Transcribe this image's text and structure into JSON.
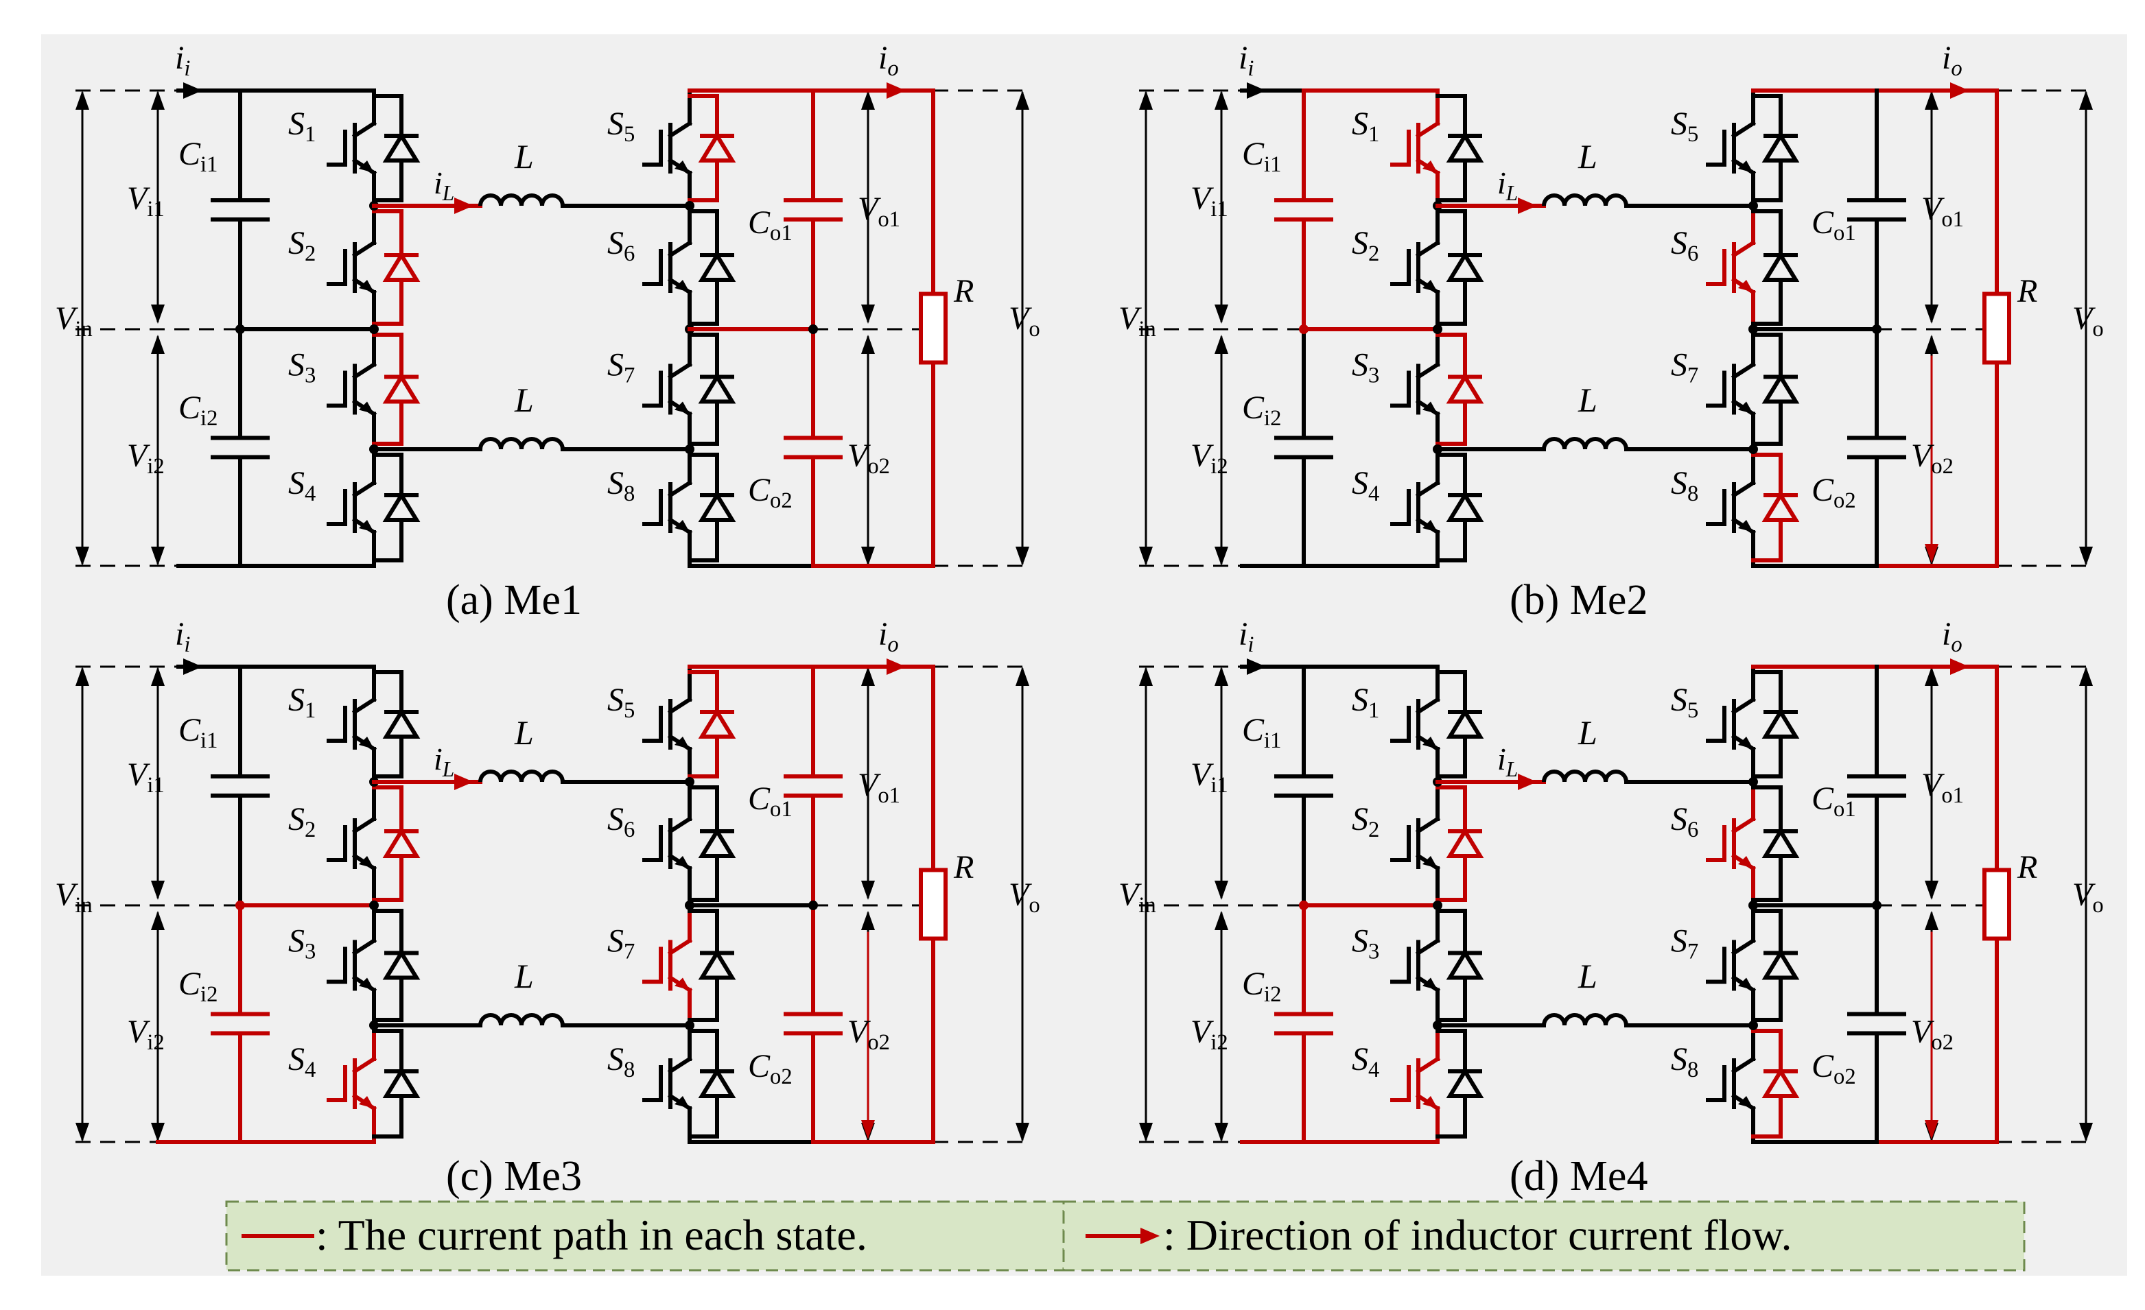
{
  "colors": {
    "background": "#f0f0f0",
    "black": "#000000",
    "red": "#c00000",
    "legend_fill": "#d8e6c6",
    "legend_border": "#6e8a4d"
  },
  "labels": {
    "ii": "i",
    "ii_sub": "i",
    "io": "i",
    "io_sub": "o",
    "iL": "i",
    "iL_sub": "L",
    "L": "L",
    "R": "R",
    "Vin": "V",
    "Vin_sub": "in",
    "Vo": "V",
    "Vo_sub": "o",
    "Vi1": "V",
    "Vi1_sub": "i1",
    "Vi2": "V",
    "Vi2_sub": "i2",
    "Vo1": "V",
    "Vo1_sub": "o1",
    "Vo2": "V",
    "Vo2_sub": "o2",
    "Ci1": "C",
    "Ci1_sub": "i1",
    "Ci2": "C",
    "Ci2_sub": "i2",
    "Co1": "C",
    "Co1_sub": "o1",
    "Co2": "C",
    "Co2_sub": "o2",
    "S": "S",
    "switch_subs": [
      "1",
      "2",
      "3",
      "4",
      "5",
      "6",
      "7",
      "8"
    ]
  },
  "panels": [
    {
      "id": "a",
      "caption": "(a) Me1",
      "red_wires": [
        "ind_top",
        "out_top",
        "out_right",
        "out_bottom",
        "co_mid_link",
        "n6_mid_link",
        "o_mid_n7"
      ],
      "red_switches": [],
      "red_diodes": [
        2,
        3,
        5
      ],
      "red_side_links": [
        "s2_left",
        "s3_left",
        "s5_left"
      ],
      "red_caps": [
        "co1",
        "co2"
      ],
      "arrows": [
        "ii",
        "io",
        "iL"
      ],
      "vo2_arrow": false
    },
    {
      "id": "b",
      "caption": "(b) Me2",
      "red_wires": [
        "in_top_from_ci",
        "ci_mid_link",
        "ind_none",
        "out_top",
        "out_right",
        "out_bottom",
        "o_bot_link"
      ],
      "red_switches": [
        1,
        6
      ],
      "red_diodes": [
        3,
        8
      ],
      "red_side_links": [
        "s3_left",
        "s8_left"
      ],
      "red_caps": [
        "ci1"
      ],
      "arrows": [
        "ii",
        "io",
        "iL"
      ],
      "vo2_arrow": true
    },
    {
      "id": "c",
      "caption": "(c) Me3",
      "red_wires": [
        "in_bot",
        "ci_mid_n",
        "out_top",
        "out_right",
        "out_bottom"
      ],
      "red_switches": [
        4,
        7
      ],
      "red_diodes": [
        2,
        5
      ],
      "red_side_links": [
        "s2_left",
        "s5_left"
      ],
      "red_caps": [
        "ci2",
        "co1",
        "co2"
      ],
      "arrows": [
        "ii",
        "io",
        "iL"
      ],
      "vo2_arrow": true
    },
    {
      "id": "d",
      "caption": "(d) Me4",
      "red_wires": [
        "in_bot",
        "ci_mid_n",
        "out_top",
        "out_right",
        "out_bottom"
      ],
      "red_switches": [
        4,
        6
      ],
      "red_diodes": [
        2,
        8
      ],
      "red_side_links": [
        "s2_left",
        "s8_left"
      ],
      "red_caps": [
        "ci2"
      ],
      "arrows": [
        "ii",
        "io",
        "iL"
      ],
      "vo2_arrow": true
    }
  ],
  "legend": {
    "item1": ":  The current path in each state.",
    "item2": ":  Direction of inductor current flow."
  }
}
